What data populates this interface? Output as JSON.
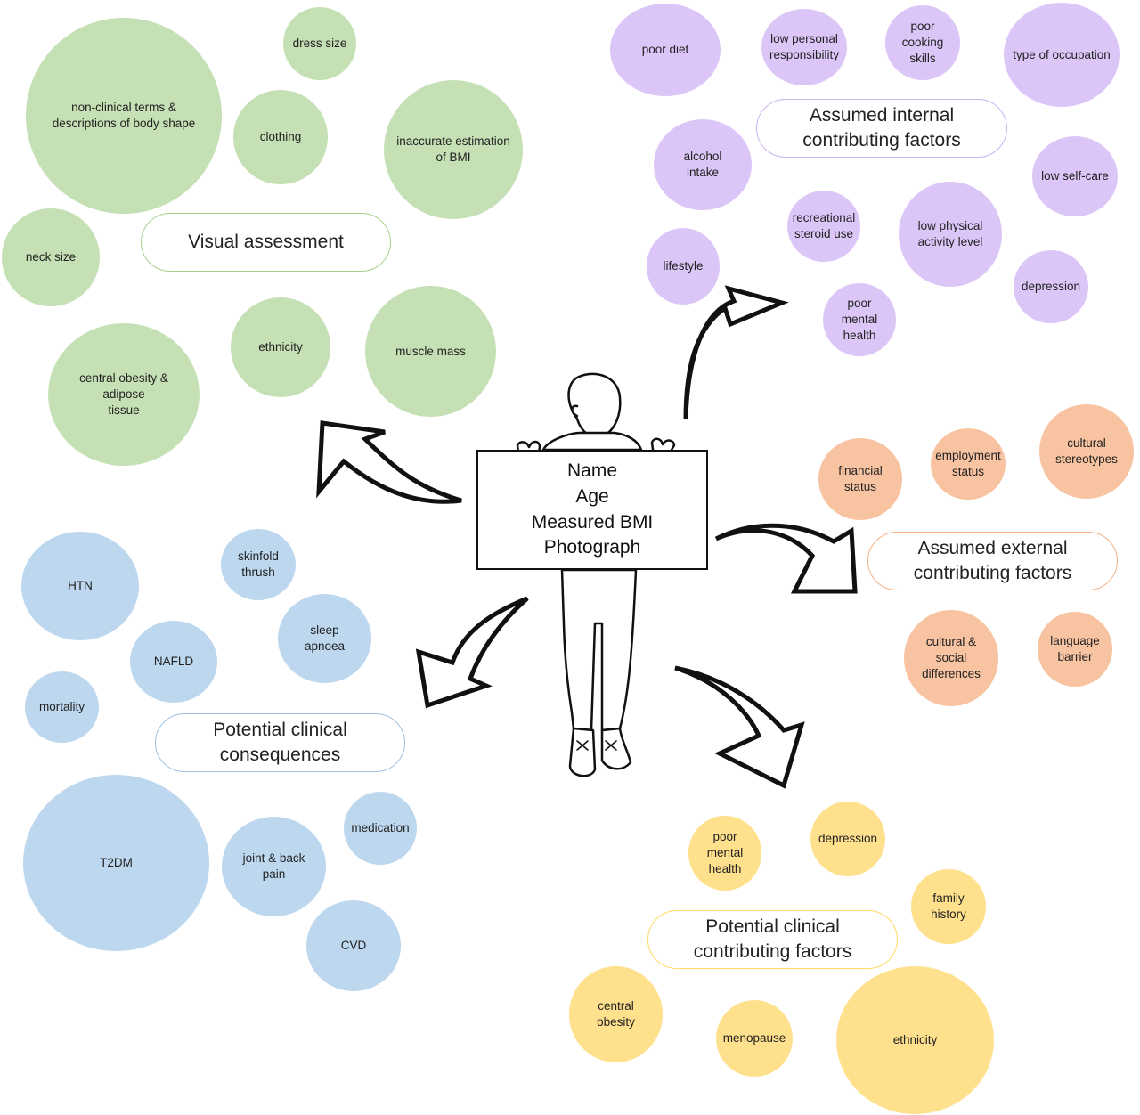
{
  "center_sign": [
    "Name",
    "Age",
    "Measured BMI",
    "Photograph"
  ],
  "groups": {
    "visual_assessment": {
      "title": "Visual assessment",
      "color": "#c5e0b4",
      "items": [
        "dress size",
        "non-clinical terms &\ndescriptions of body shape",
        "clothing",
        "inaccurate estimation\nof BMI",
        "neck size",
        "ethnicity",
        "muscle mass",
        "central obesity & adipose\ntissue"
      ]
    },
    "internal_factors": {
      "title": "Assumed internal\ncontributing factors",
      "color": "#dcc6f7",
      "items": [
        "poor diet",
        "low personal\nresponsibility",
        "poor\ncooking\nskills",
        "type of occupation",
        "alcohol\nintake",
        "low self-care",
        "recreational\nsteroid use",
        "low physical\nactivity level",
        "lifestyle",
        "depression",
        "poor mental\nhealth"
      ]
    },
    "external_factors": {
      "title": "Assumed external\ncontributing factors",
      "color": "#f7c3a1",
      "items": [
        "financial status",
        "employment\nstatus",
        "cultural\nstereotypes",
        "cultural & social\ndifferences",
        "language\nbarrier"
      ]
    },
    "clinical_consequences": {
      "title": "Potential clinical\nconsequences",
      "color": "#bdd7ee",
      "items": [
        "HTN",
        "skinfold\nthrush",
        "sleep\napnoea",
        "NAFLD",
        "mortality",
        "T2DM",
        "joint & back\npain",
        "medication",
        "CVD"
      ]
    },
    "clinical_factors": {
      "title": "Potential clinical\ncontributing factors",
      "color": "#ffe08c",
      "items": [
        "poor mental\nhealth",
        "depression",
        "family\nhistory",
        "central\nobesity",
        "menopause",
        "ethnicity"
      ]
    }
  }
}
